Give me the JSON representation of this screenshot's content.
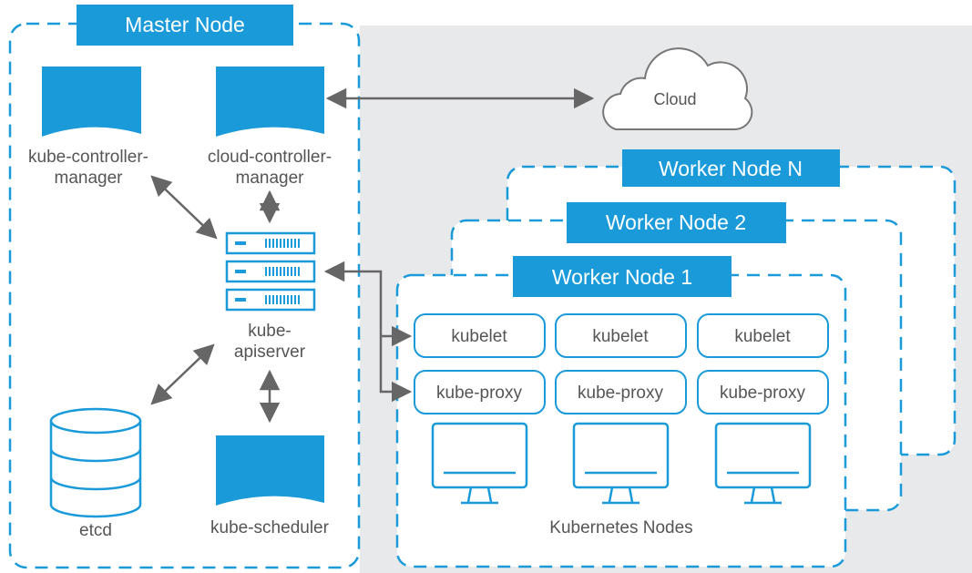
{
  "colors": {
    "accent": "#1a9ad9",
    "arrow": "#666666",
    "text": "#555555",
    "badge_text": "#ffffff",
    "background_panel": "#e8e9eb",
    "cloud_stroke": "#777777"
  },
  "master": {
    "title": "Master Node",
    "controller_manager": [
      "kube-controller-",
      "manager"
    ],
    "cloud_controller_manager": [
      "cloud-controller-",
      "manager"
    ],
    "apiserver": [
      "kube-",
      "apiserver"
    ],
    "etcd": "etcd",
    "scheduler": "kube-scheduler"
  },
  "cloud": {
    "label": "Cloud"
  },
  "workers": {
    "node_n_title": "Worker Node N",
    "node_2_title": "Worker Node 2",
    "node_1_title": "Worker Node 1",
    "kubelets": [
      "kubelet",
      "kubelet",
      "kubelet"
    ],
    "proxies": [
      "kube-proxy",
      "kube-proxy",
      "kube-proxy"
    ],
    "footer": "Kubernetes Nodes"
  }
}
